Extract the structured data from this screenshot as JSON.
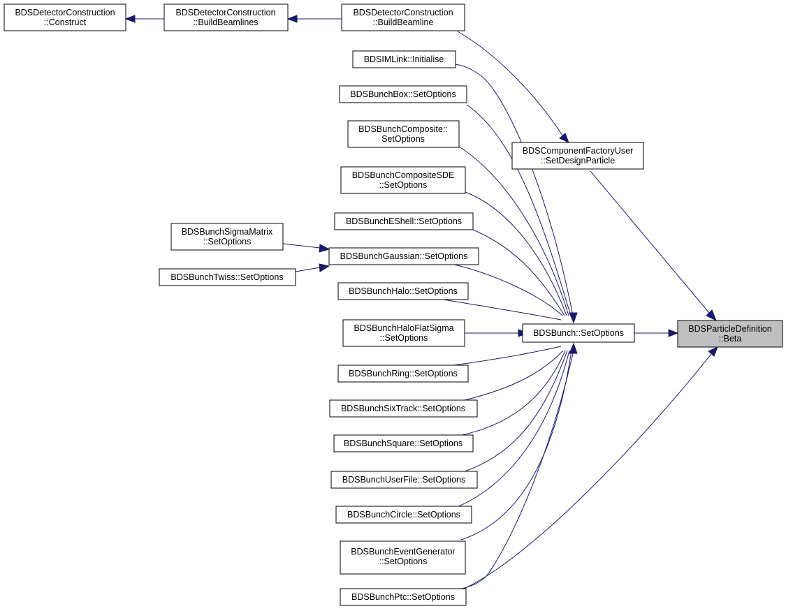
{
  "colors": {
    "edge": "#191970",
    "root_fill": "#bfbfbf",
    "node_fill": "#ffffff",
    "border": "#000000"
  },
  "nodes": {
    "construct": {
      "lines": [
        "BDSDetectorConstruction",
        "::Construct"
      ]
    },
    "buildbeamlines": {
      "lines": [
        "BDSDetectorConstruction",
        "::BuildBeamlines"
      ]
    },
    "buildbeamline": {
      "lines": [
        "BDSDetectorConstruction",
        "::BuildBeamline"
      ]
    },
    "imlink": {
      "lines": [
        "BDSIMLink::Initialise"
      ]
    },
    "box": {
      "lines": [
        "BDSBunchBox::SetOptions"
      ]
    },
    "composite": {
      "lines": [
        "BDSBunchComposite::",
        "SetOptions"
      ]
    },
    "compositesde": {
      "lines": [
        "BDSBunchCompositeSDE",
        "::SetOptions"
      ]
    },
    "eshell": {
      "lines": [
        "BDSBunchEShell::SetOptions"
      ]
    },
    "sigmamatrix": {
      "lines": [
        "BDSBunchSigmaMatrix",
        "::SetOptions"
      ]
    },
    "gaussian": {
      "lines": [
        "BDSBunchGaussian::SetOptions"
      ]
    },
    "twiss": {
      "lines": [
        "BDSBunchTwiss::SetOptions"
      ]
    },
    "halo": {
      "lines": [
        "BDSBunchHalo::SetOptions"
      ]
    },
    "haloflatsigma": {
      "lines": [
        "BDSBunchHaloFlatSigma",
        "::SetOptions"
      ]
    },
    "ring": {
      "lines": [
        "BDSBunchRing::SetOptions"
      ]
    },
    "sixtrack": {
      "lines": [
        "BDSBunchSixTrack::SetOptions"
      ]
    },
    "square": {
      "lines": [
        "BDSBunchSquare::SetOptions"
      ]
    },
    "userfile": {
      "lines": [
        "BDSBunchUserFile::SetOptions"
      ]
    },
    "circle": {
      "lines": [
        "BDSBunchCircle::SetOptions"
      ]
    },
    "eventgen": {
      "lines": [
        "BDSBunchEventGenerator",
        "::SetOptions"
      ]
    },
    "ptc": {
      "lines": [
        "BDSBunchPtc::SetOptions"
      ]
    },
    "componentfactory": {
      "lines": [
        "BDSComponentFactoryUser",
        "::SetDesignParticle"
      ]
    },
    "bunch": {
      "lines": [
        "BDSBunch::SetOptions"
      ]
    },
    "beta": {
      "lines": [
        "BDSParticleDefinition",
        "::Beta"
      ]
    }
  }
}
